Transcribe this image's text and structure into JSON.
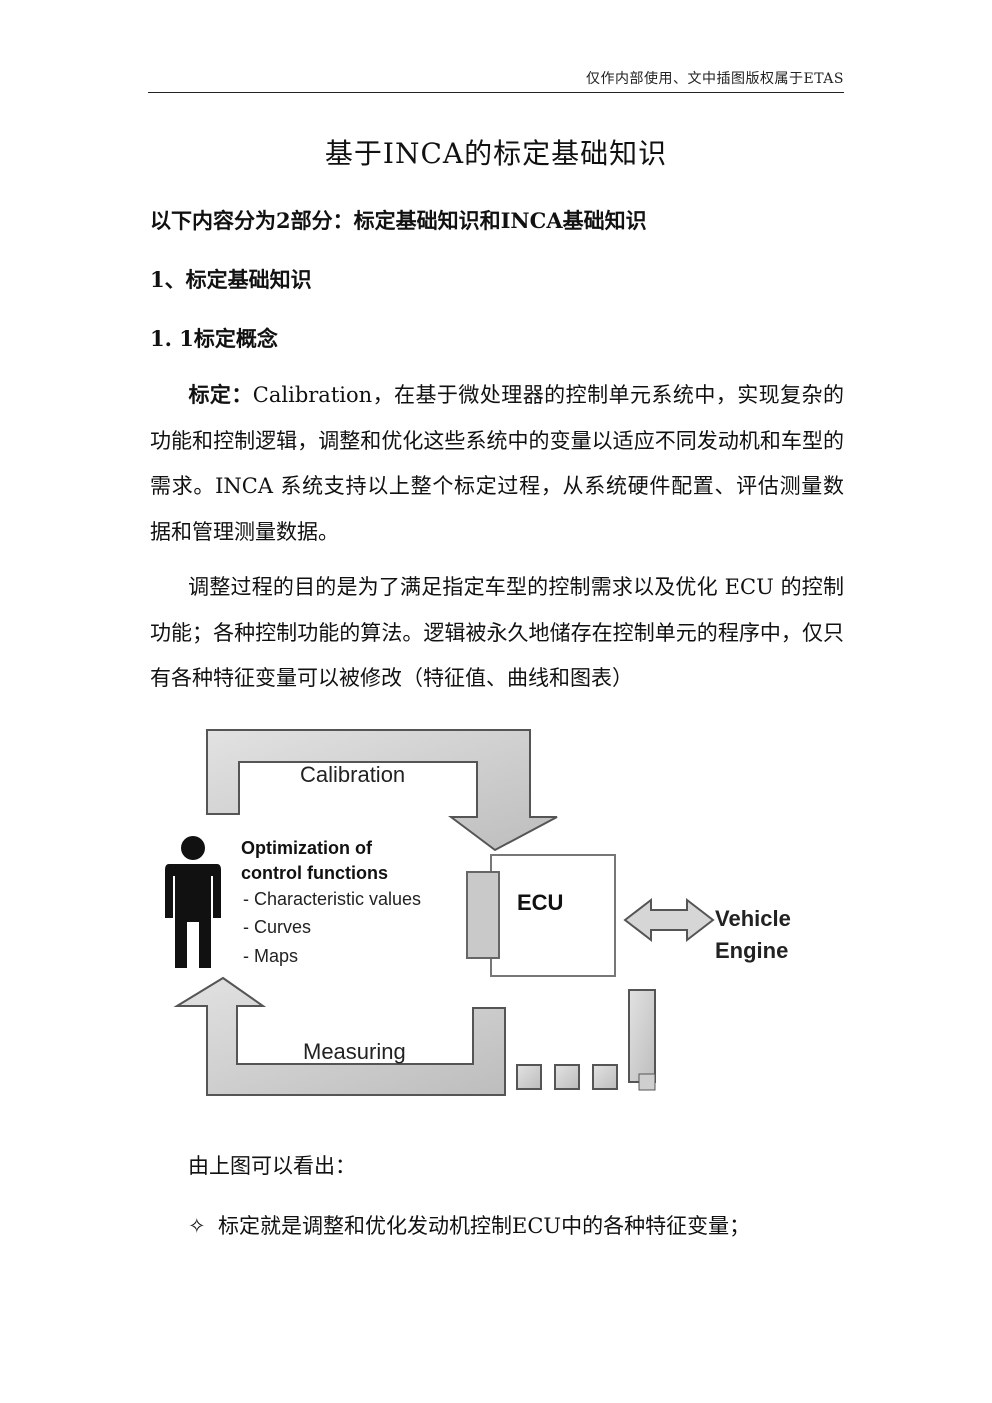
{
  "header": {
    "note": "仅作内部使用、文中插图版权属于ETAS"
  },
  "title": "基于INCA的标定基础知识",
  "intro_heading": "以下内容分为2部分：标定基础知识和INCA基础知识",
  "section1_heading": "1、标定基础知识",
  "section11_heading": "1. 1标定概念",
  "para1": {
    "lead": "标定：",
    "text": "Calibration，在基于微处理器的控制单元系统中，实现复杂的功能和控制逻辑，调整和优化这些系统中的变量以适应不同发动机和车型的需求。INCA 系统支持以上整个标定过程，从系统硬件配置、评估测量数据和管理测量数据。"
  },
  "para2": "调整过程的目的是为了满足指定车型的控制需求以及优化 ECU 的控制功能；各种控制功能的算法。逻辑被永久地储存在控制单元的程序中，仅只有各种特征变量可以被修改（特征值、曲线和图表）",
  "figure": {
    "calibration": "Calibration",
    "measuring": "Measuring",
    "opt_line1": "Optimization of",
    "opt_line2": "control functions",
    "item1": "- Characteristic values",
    "item2": "- Curves",
    "item3": "- Maps",
    "ecu": "ECU",
    "vehicle": "Vehicle",
    "engine": "Engine"
  },
  "caption": "由上图可以看出：",
  "bullet": {
    "symbol": "✧",
    "text": "标定就是调整和优化发动机控制ECU中的各种特征变量；"
  }
}
